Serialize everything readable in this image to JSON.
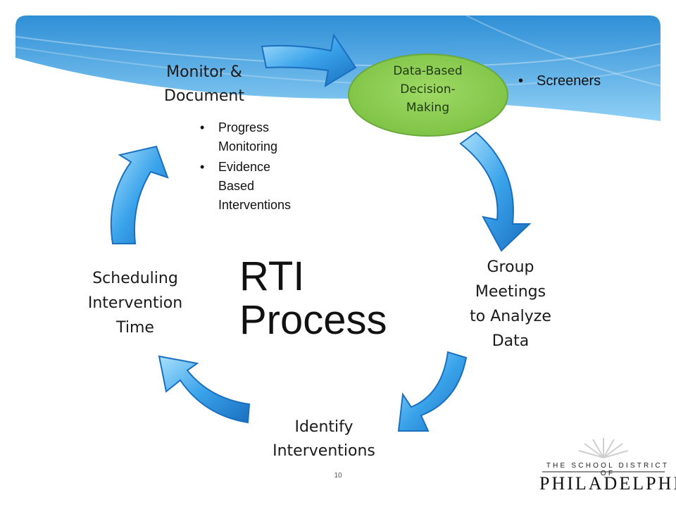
{
  "colors": {
    "banner_top": "#2f8fd6",
    "banner_bottom": "#7cc7f2",
    "arrow_light": "#9ed8fb",
    "arrow_mid": "#3aa3ea",
    "arrow_dark": "#1a6fc0",
    "oval_fill": "#8ccf4d",
    "oval_stroke": "#6aa93a"
  },
  "stages": {
    "monitor": [
      "Monitor &",
      "Document"
    ],
    "decision": [
      "Data-Based",
      "Decision-",
      "Making"
    ],
    "group": [
      "Group",
      "Meetings",
      "to Analyze",
      "Data"
    ],
    "identify": [
      "Identify",
      "Interventions"
    ],
    "scheduling": [
      "Scheduling",
      "Intervention",
      "Time"
    ]
  },
  "monitor_bullets": [
    [
      "Progress",
      "Monitoring"
    ],
    [
      "Evidence",
      "Based",
      "Interventions"
    ]
  ],
  "screener_bullets": [
    "Screeners"
  ],
  "center_title": [
    "RTI",
    "Process"
  ],
  "page_number": "10",
  "logo": {
    "line1": "THE SCHOOL DISTRICT OF",
    "line2": "PHILADELPHIA"
  }
}
